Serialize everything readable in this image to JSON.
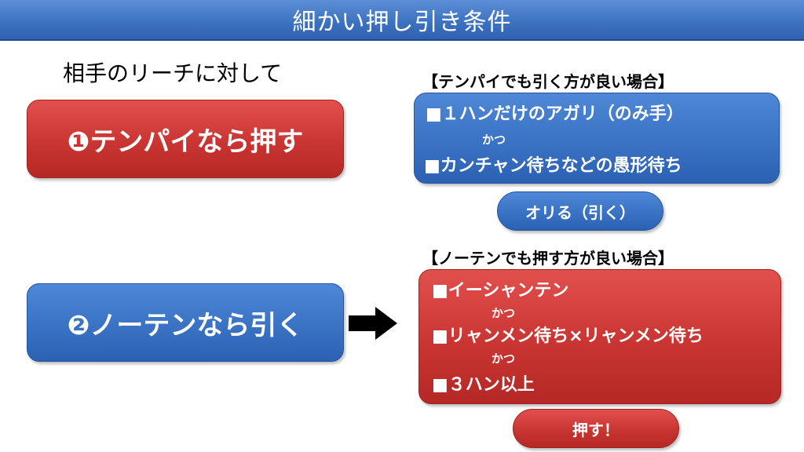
{
  "title": "細かい押し引き条件",
  "subtitle": "相手のリーチに対して",
  "left_boxes": {
    "push": "❶テンパイなら押す",
    "fold": "❷ノーテンなら引く"
  },
  "section_fold": {
    "header": "【テンパイでも引く方が良い場合】",
    "line1": "■１ハンだけのアガリ（のみ手）",
    "connector": "かつ",
    "line2": "■カンチャン待ちなどの愚形待ち",
    "result": "オリる（引く）"
  },
  "section_push": {
    "header": "【ノーテンでも押す方が良い場合】",
    "line1": "■イーシャンテン",
    "connector1": "かつ",
    "line2": "■リャンメン待ち×リャンメン待ち",
    "connector2": "かつ",
    "line3": "■３ハン以上",
    "result": "押す！"
  },
  "colors": {
    "red": "#c93532",
    "blue": "#3a72c4",
    "title_bar": "#3e73c2"
  },
  "icons": {
    "arrow": "right-arrow-icon"
  }
}
